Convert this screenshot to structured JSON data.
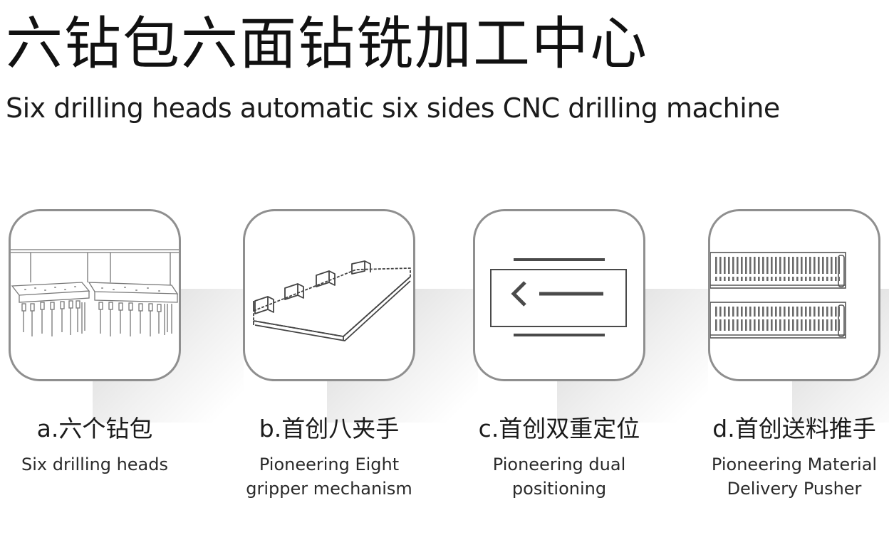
{
  "header": {
    "title_cn": "六钻包六面钻铣加工中心",
    "title_en": "Six drilling heads automatic six sides CNC drilling machine"
  },
  "features": [
    {
      "icon": "drill-heads-icon",
      "label_cn": "a.六个钻包",
      "desc_lines": [
        "Six drilling heads"
      ]
    },
    {
      "icon": "gripper-icon",
      "label_cn": "b.首创八夹手",
      "desc_lines": [
        "Pioneering Eight",
        "gripper mechanism"
      ]
    },
    {
      "icon": "dual-positioning-icon",
      "label_cn": "c.首创双重定位",
      "desc_lines": [
        "Pioneering dual",
        "positioning"
      ]
    },
    {
      "icon": "pusher-icon",
      "label_cn": "d.首创送料推手",
      "desc_lines": [
        "Pioneering Material",
        "Delivery Pusher"
      ]
    }
  ]
}
